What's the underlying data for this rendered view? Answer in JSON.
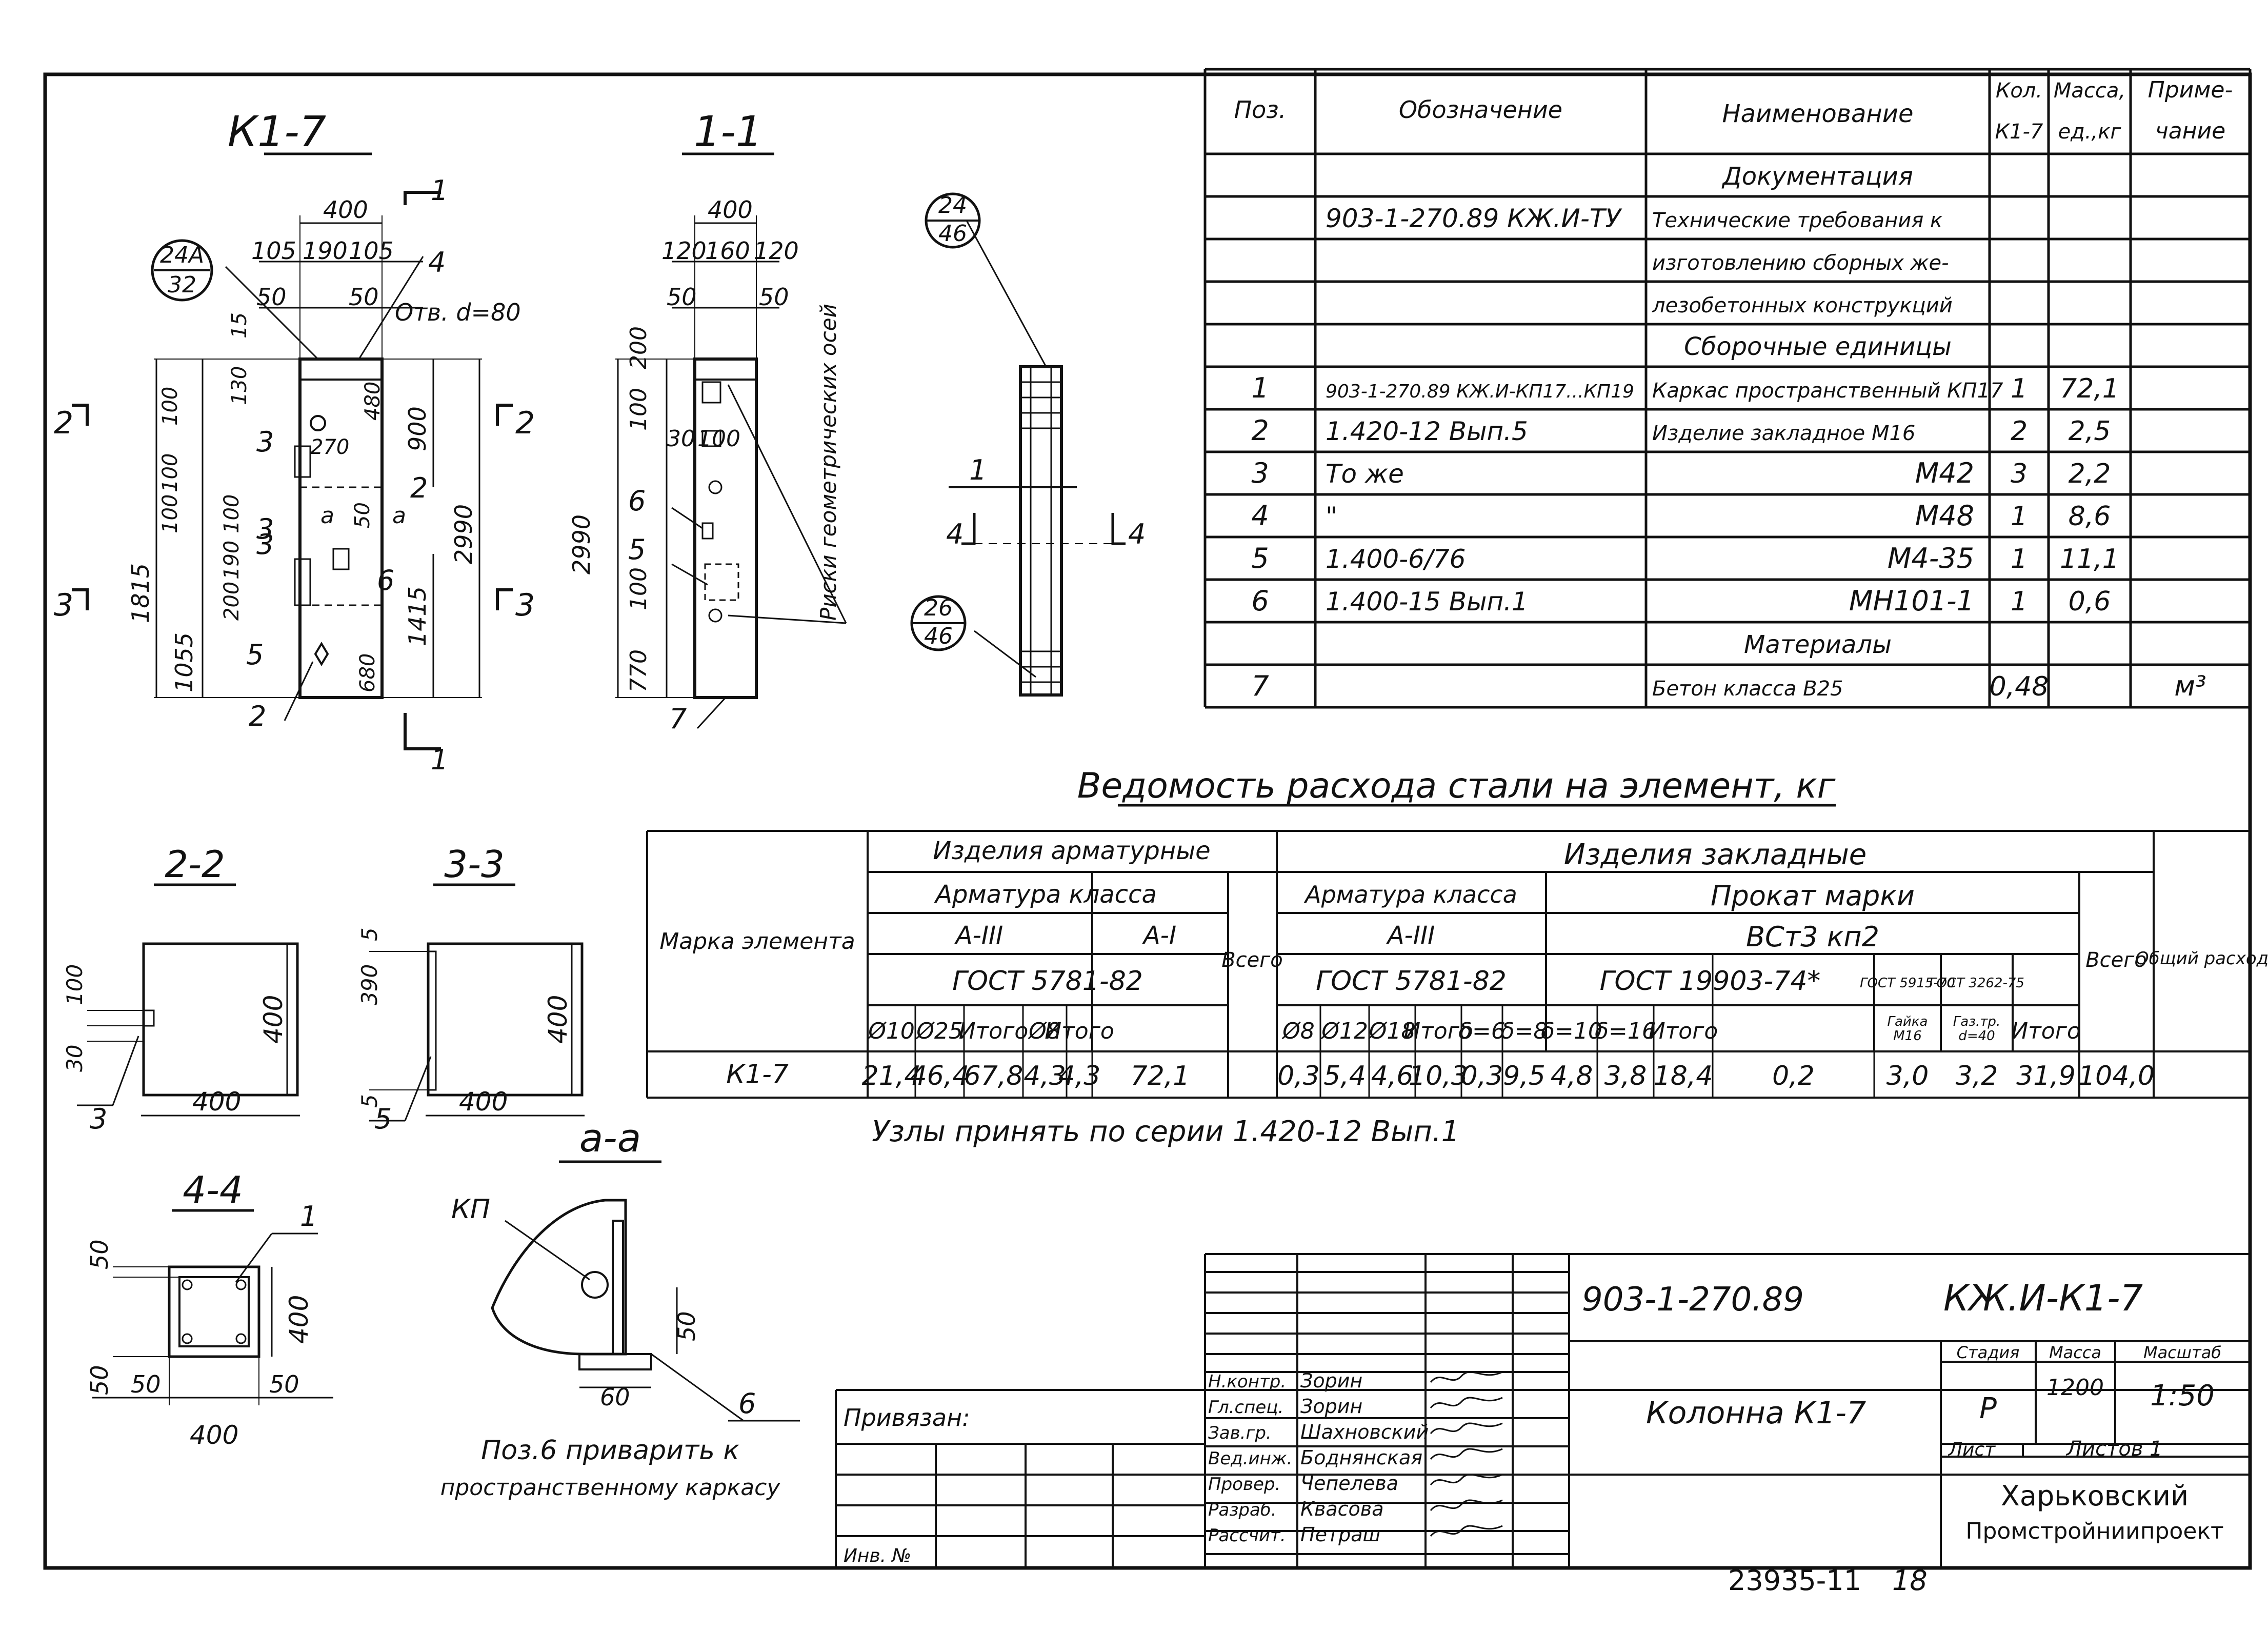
{
  "views": {
    "k17": {
      "title": "К1-7"
    },
    "s11": {
      "title": "1-1"
    },
    "s22": {
      "title": "2-2"
    },
    "s33": {
      "title": "3-3"
    },
    "s44": {
      "title": "4-4"
    },
    "aa": {
      "title": "а-а"
    }
  },
  "nodes": {
    "n24a": {
      "top": "24А",
      "bottom": "32"
    },
    "n24": {
      "top": "24",
      "bottom": "46"
    },
    "n26": {
      "top": "26",
      "bottom": "46"
    }
  },
  "dims": {
    "k17": [
      "400",
      "105",
      "190",
      "105",
      "50",
      "50",
      "Отв. d=80",
      "130",
      "15",
      "100",
      "100",
      "480",
      "900",
      "270",
      "100",
      "100",
      "190",
      "200",
      "2990",
      "1815",
      "1055",
      "50",
      "1415",
      "680",
      "а",
      "а"
    ],
    "s11": [
      "400",
      "120",
      "160",
      "120",
      "50",
      "50",
      "200",
      "100",
      "30",
      "100",
      "2990",
      "100",
      "770"
    ],
    "s22": [
      "100",
      "30",
      "400",
      "400"
    ],
    "s33": [
      "5",
      "390",
      "5",
      "400",
      "400"
    ],
    "s44": [
      "50",
      "400",
      "50",
      "50",
      "50",
      "400"
    ],
    "aa": [
      "50",
      "60"
    ]
  },
  "callouts": {
    "k17": [
      "1",
      "1",
      "4",
      "3",
      "3",
      "3",
      "2",
      "6",
      "5",
      "2",
      "2",
      "2",
      "3",
      "3"
    ],
    "s11": [
      "6",
      "5",
      "7"
    ],
    "side": [
      "1",
      "4",
      "4"
    ],
    "s22": [
      "3"
    ],
    "s33": [
      "5"
    ],
    "s44": [
      "1"
    ],
    "aa": [
      "КП",
      "6"
    ]
  },
  "axis_label": "Риски геометрических осей",
  "aa_note": [
    "Поз.6 приварить к",
    "пространственному каркасу"
  ],
  "spec_table": {
    "headers": {
      "pos": "Поз.",
      "designation": "Обозначение",
      "name": "Наименование",
      "qty_1": "Кол.",
      "qty_2": "К1-7",
      "mass_1": "Масса,",
      "mass_2": "ед.,кг",
      "note_1": "Приме-",
      "note_2": "чание"
    },
    "rows": [
      {
        "pos": "",
        "designation": "",
        "name": "Документация",
        "qty": "",
        "mass": "",
        "note": "",
        "section": true
      },
      {
        "pos": "",
        "designation": "903-1-270.89 КЖ.И-ТУ",
        "name": "Технические требования к",
        "qty": "",
        "mass": "",
        "note": ""
      },
      {
        "pos": "",
        "designation": "",
        "name": "изготовлению сборных же-",
        "qty": "",
        "mass": "",
        "note": ""
      },
      {
        "pos": "",
        "designation": "",
        "name": "лезобетонных конструкций",
        "qty": "",
        "mass": "",
        "note": ""
      },
      {
        "pos": "",
        "designation": "",
        "name": "Сборочные единицы",
        "qty": "",
        "mass": "",
        "note": "",
        "section": true
      },
      {
        "pos": "1",
        "designation": "903-1-270.89 КЖ.И-КП17...КП19",
        "name": "Каркас пространственный КП17",
        "qty": "1",
        "mass": "72,1",
        "note": ""
      },
      {
        "pos": "2",
        "designation": "1.420-12      Вып.5",
        "name": "Изделие закладное  М16",
        "qty": "2",
        "mass": "2,5",
        "note": ""
      },
      {
        "pos": "3",
        "designation": "То же",
        "name": "М42",
        "qty": "3",
        "mass": "2,2",
        "note": ""
      },
      {
        "pos": "4",
        "designation": "\"",
        "name": "М48",
        "qty": "1",
        "mass": "8,6",
        "note": ""
      },
      {
        "pos": "5",
        "designation": "1.400-6/76",
        "name": "М4-35",
        "qty": "1",
        "mass": "11,1",
        "note": ""
      },
      {
        "pos": "6",
        "designation": "1.400-15     Вып.1",
        "name": "МН101-1",
        "qty": "1",
        "mass": "0,6",
        "note": ""
      },
      {
        "pos": "",
        "designation": "",
        "name": "Материалы",
        "qty": "",
        "mass": "",
        "note": "",
        "section": true
      },
      {
        "pos": "7",
        "designation": "",
        "name": "Бетон класса  В25",
        "qty": "0,48",
        "mass": "",
        "note": "м³"
      }
    ]
  },
  "steel_table": {
    "title": "Ведомость расхода стали на элемент, кг",
    "labels": {
      "mark": "Марка элемента",
      "arm_items": "Изделия арматурные",
      "emb_items": "Изделия закладные",
      "arm_class": "Арматура класса",
      "arm_class2": "Арматура класса",
      "rolled": "Прокат марки",
      "a3": "А-III",
      "a1": "А-I",
      "a3b": "А-III",
      "vst": "ВСт3 кп2",
      "gost1": "ГОСТ 5781-82",
      "gost2": "ГОСТ 5781-82",
      "gost3": "ГОСТ 19903-74*",
      "gost4": "ГОСТ 5915-70",
      "gost5": "ГОСТ 3262-75",
      "total1": "Всего",
      "total2": "Всего",
      "grand": "Общий расход"
    },
    "cols": [
      "Ø10",
      "Ø25",
      "Итого",
      "Ø8",
      "Итого",
      "Ø8",
      "Ø12",
      "Ø18",
      "Итого",
      "δ=6",
      "δ=8",
      "δ=10",
      "δ=16",
      "Итого",
      "Гайка М16",
      "Газ.тр. d=40",
      "Итого"
    ],
    "row": {
      "mark": "К1-7",
      "values": [
        "21,4",
        "46,4",
        "67,8",
        "4,3",
        "4,3",
        "72,1",
        "0,3",
        "5,4",
        "4,6",
        "10,3",
        "0,3",
        "9,5",
        "4,8",
        "3,8",
        "18,4",
        "0,2",
        "3,0",
        "3,2",
        "31,9",
        "104,0"
      ]
    }
  },
  "node_note": "Узлы принять по серии 1.420-12   Вып.1",
  "title_block": {
    "code": "903-1-270.89",
    "sheet_code": "КЖ.И-К1-7",
    "privyazan": "Привязан:",
    "inv": "Инв. №",
    "name": "Колонна К1-7",
    "stage_h": "Стадия",
    "mass_h": "Масса",
    "scale_h": "Масштаб",
    "stage": "Р",
    "mass": "1200",
    "scale": "1:50",
    "sheet_h": "Лист",
    "sheets_h": "Листов 1",
    "org_1": "Харьковский",
    "org_2": "Промстройниипроект",
    "roles": [
      {
        "role": "Н.контр.",
        "name": "Зорин"
      },
      {
        "role": "Гл.спец.",
        "name": "Зорин"
      },
      {
        "role": "Зав.гр.",
        "name": "Шахновский"
      },
      {
        "role": "Вед.инж.",
        "name": "Боднянская"
      },
      {
        "role": "Провер.",
        "name": "Чепелева"
      },
      {
        "role": "Разраб.",
        "name": "Квасова"
      },
      {
        "role": "Рассчит.",
        "name": "Петраш"
      }
    ]
  },
  "footer": {
    "number": "23935-11",
    "page": "18"
  }
}
